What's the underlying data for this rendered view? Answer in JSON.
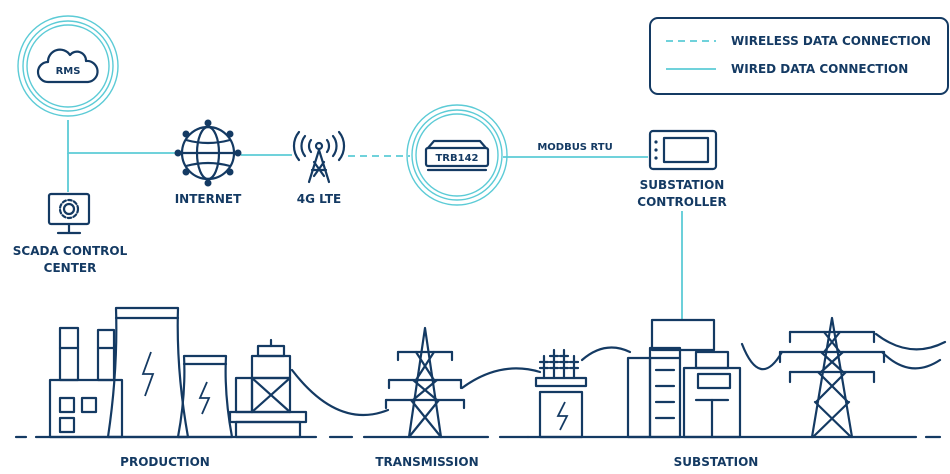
{
  "legend": {
    "wireless": "WIRELESS DATA CONNECTION",
    "wired": "WIRED DATA CONNECTION"
  },
  "nodes": {
    "rms": "RMS",
    "internet": "INTERNET",
    "lte": "4G LTE",
    "router": "TRB142",
    "scada_line1": "SCADA CONTROL",
    "scada_line2": "CENTER",
    "controller_line1": "SUBSTATION",
    "controller_line2": "CONTROLLER"
  },
  "links": {
    "modbus": "MODBUS RTU"
  },
  "sections": {
    "production": "PRODUCTION",
    "transmission": "TRANSMISSION",
    "substation": "SUBSTATION"
  },
  "colors": {
    "navy": "#143a63",
    "cyan": "#5ccbd6"
  }
}
